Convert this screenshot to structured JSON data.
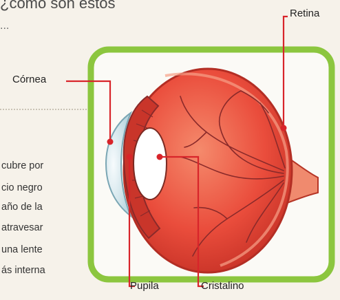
{
  "page": {
    "heading_fragment": "¿cómo son estos",
    "dots_fragment": "..."
  },
  "paragraph_fragments": [
    "cubre por",
    "cio negro",
    "año de la",
    "atravesar",
    "una lente",
    "ás interna"
  ],
  "diagram": {
    "labels": {
      "cornea": "Córnea",
      "retina": "Retina",
      "pupila": "Pupila",
      "cristalino": "Cristalino"
    },
    "colors": {
      "frame": "#8cc63f",
      "eyeball": "#e8463a",
      "eyeball_light": "#f37a5e",
      "iris": "#c9352a",
      "vessels": "#8a2a2a",
      "pointer": "#d8242a"
    }
  }
}
